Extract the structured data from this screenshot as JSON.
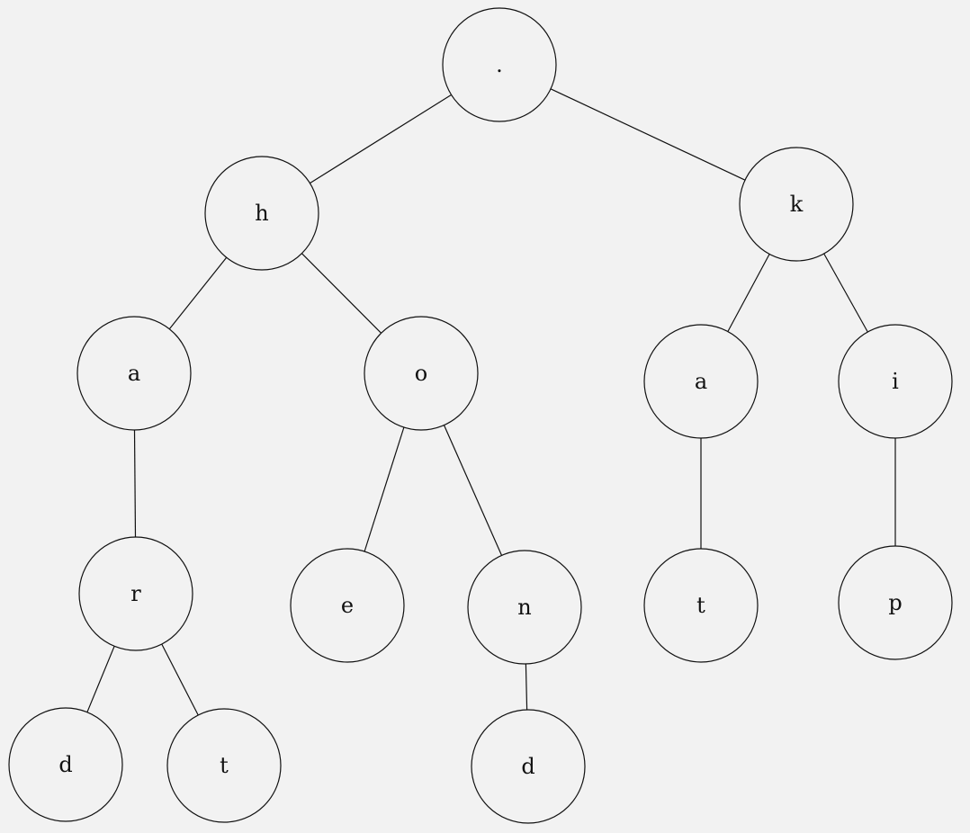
{
  "diagram": {
    "type": "trie",
    "nodes": [
      {
        "id": "root",
        "label": "."
      },
      {
        "id": "h",
        "label": "h"
      },
      {
        "id": "k",
        "label": "k"
      },
      {
        "id": "ha",
        "label": "a"
      },
      {
        "id": "ho",
        "label": "o"
      },
      {
        "id": "ka",
        "label": "a"
      },
      {
        "id": "ki",
        "label": "i"
      },
      {
        "id": "har",
        "label": "r"
      },
      {
        "id": "hoe",
        "label": "e"
      },
      {
        "id": "hon",
        "label": "n"
      },
      {
        "id": "kat",
        "label": "t"
      },
      {
        "id": "kip",
        "label": "p"
      },
      {
        "id": "hard",
        "label": "d"
      },
      {
        "id": "hart",
        "label": "t"
      },
      {
        "id": "hond",
        "label": "d"
      }
    ],
    "edges": [
      [
        "root",
        "h"
      ],
      [
        "root",
        "k"
      ],
      [
        "h",
        "ha"
      ],
      [
        "h",
        "ho"
      ],
      [
        "k",
        "ka"
      ],
      [
        "k",
        "ki"
      ],
      [
        "ha",
        "har"
      ],
      [
        "ho",
        "hoe"
      ],
      [
        "ho",
        "hon"
      ],
      [
        "ka",
        "kat"
      ],
      [
        "ki",
        "kip"
      ],
      [
        "har",
        "hard"
      ],
      [
        "har",
        "hart"
      ],
      [
        "hon",
        "hond"
      ]
    ]
  }
}
